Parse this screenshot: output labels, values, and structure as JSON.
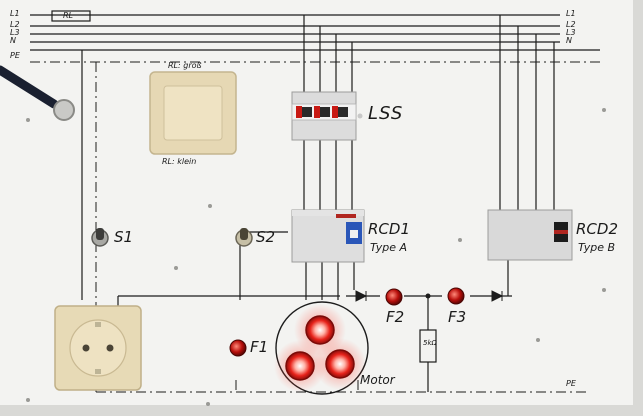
{
  "bus_labels_left": [
    "L1",
    "L2",
    "L3",
    "N",
    "PE"
  ],
  "bus_labels_right": [
    "L1",
    "L2",
    "L3",
    "N"
  ],
  "relay_label": "RL",
  "switch_top_label": "RL: groß",
  "switch_bottom_label": "RL: klein",
  "breaker_label": "LSS",
  "rcd1_label": "RCD1",
  "rcd1_type": "Type A",
  "rcd2_label": "RCD2",
  "rcd2_type": "Type B",
  "switch1_label": "S1",
  "switch2_label": "S2",
  "fault1_label": "F1",
  "fault2_label": "F2",
  "fault3_label": "F3",
  "resistor_label": "5kΩ",
  "motor_label": "Motor",
  "pe_bottom_label": "PE",
  "colors": {
    "board": "#f3f3f1",
    "line": "#1c1c1c",
    "lamp_red": "#e0201c",
    "switch_plate": "#e9dcb8",
    "device_grey": "#d6d6d6"
  }
}
